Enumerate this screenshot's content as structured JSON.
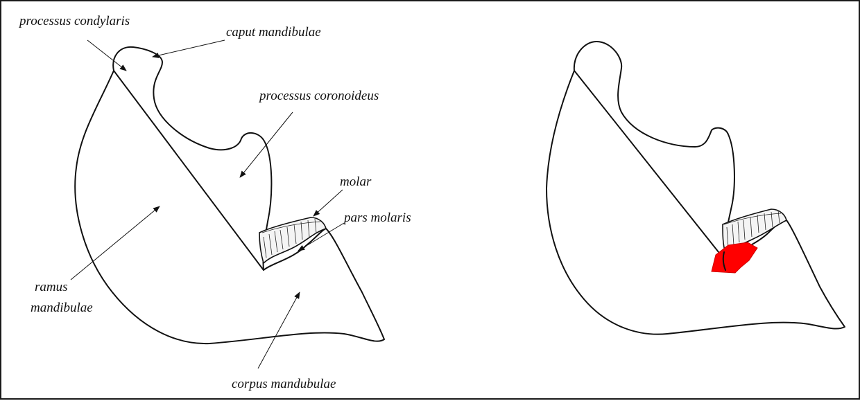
{
  "figure": {
    "left_panel": {
      "labels": {
        "processus_condylaris": "processus condylaris",
        "caput_mandibulae": "caput mandibulae",
        "processus_coronoideus": "processus coronoideus",
        "molar": "molar",
        "pars_molaris": "pars molaris",
        "ramus_line1": "ramus",
        "ramus_line2": "mandibulae",
        "corpus_mandubulae": "corpus mandubulae"
      }
    },
    "right_panel": {
      "highlight_color": "#ff0000"
    },
    "colors": {
      "line": "#111111",
      "background": "#ffffff"
    }
  }
}
